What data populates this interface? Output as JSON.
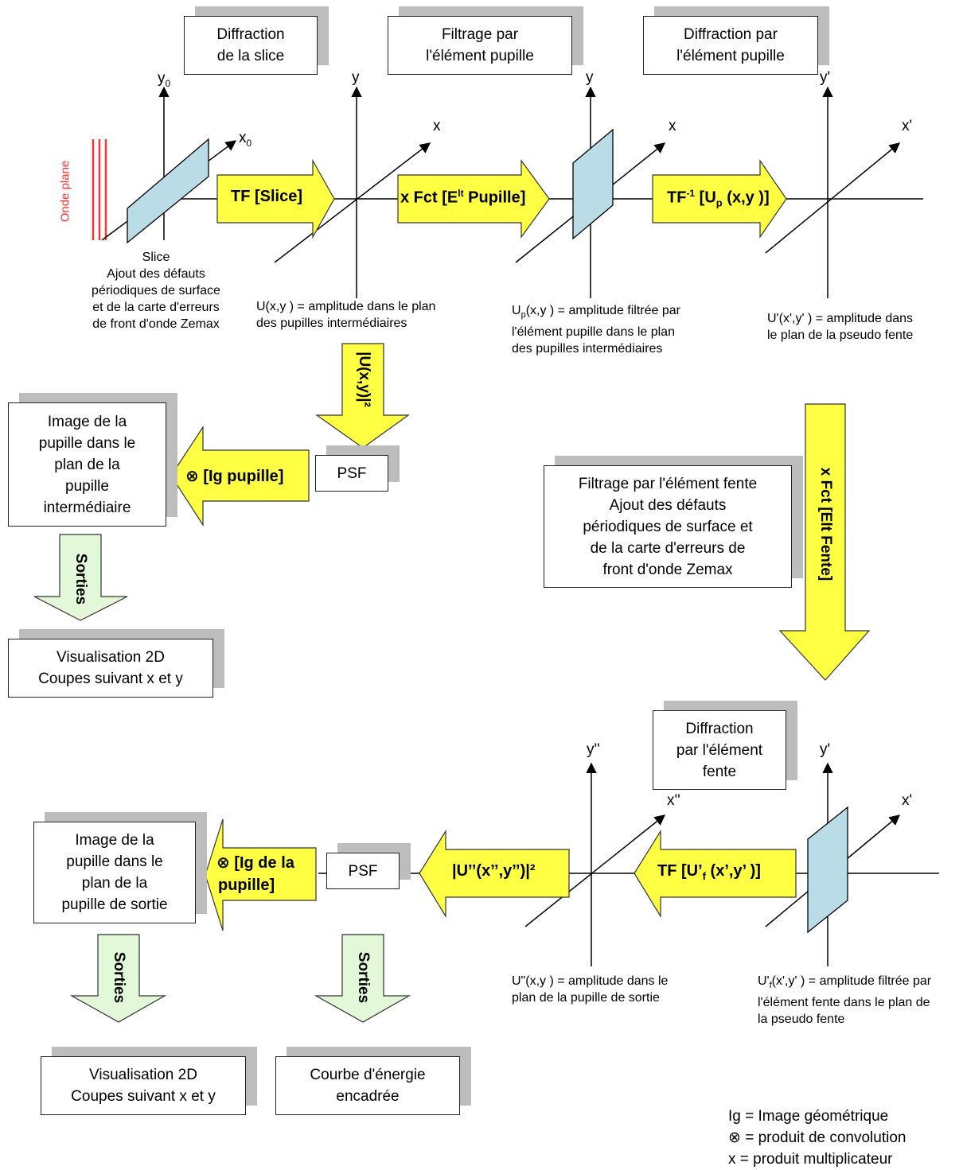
{
  "boxes": {
    "diffraction_slice": [
      "Diffraction",
      "de la slice"
    ],
    "filtrage_pupille": [
      "Filtrage par",
      "l'élément pupille"
    ],
    "diffraction_pupille": [
      "Diffraction par",
      "l'élément pupille"
    ],
    "image_pupille_inter": [
      "Image de la",
      "pupille dans le",
      "plan de la",
      "pupille",
      "intermédiaire"
    ],
    "psf_top": "PSF",
    "visu_2d_top": [
      "Visualisation 2D",
      "Coupes suivant x et y"
    ],
    "filtrage_fente": [
      "Filtrage par l'élément fente",
      "Ajout des défauts",
      "périodiques de surface et",
      "de la carte d'erreurs de",
      "front d'onde Zemax"
    ],
    "diffraction_fente": [
      "Diffraction",
      "par l'élément",
      "fente"
    ],
    "image_pupille_sortie": [
      "Image de la",
      "pupille dans le",
      "plan de la",
      "pupille de sortie"
    ],
    "psf_bottom": "PSF",
    "visu_2d_bottom": [
      "Visualisation 2D",
      "Coupes suivant x et y"
    ],
    "courbe_energie": [
      "Courbe d'énergie",
      "encadrée"
    ]
  },
  "arrows": {
    "tf_slice": "TF [Slice]",
    "x_fct_pupille": "x Fct [E",
    "x_fct_pupille_sup": "lt",
    "x_fct_pupille_end": " Pupille]",
    "tf_inv_a": "TF",
    "tf_inv_sup": "-1",
    "tf_inv_b": " [U",
    "tf_inv_sub": "p",
    "tf_inv_c": " (x,y )]",
    "u_mod_sq": "|U(x,y)|²",
    "conv_ig_pupille": "⊗ [Ig pupille]",
    "sorties": "Sorties",
    "x_fct_fente": "x Fct [Elt Fente]",
    "tf_uf_a": "TF [U’",
    "tf_uf_sub": "f",
    "tf_uf_b": " (x’,y’ )]",
    "u2_mod_sq": "|U’’(x’’,y’’)|²",
    "conv_ig_de_la": "⊗ [Ig de la",
    "conv_pupille": "pupille]"
  },
  "labels": {
    "onde_plane": "Onde plane",
    "slice_desc": [
      "Slice",
      "Ajout des défauts",
      "périodiques de surface",
      "et de la carte d'erreurs",
      "de front d'onde Zemax"
    ],
    "u_desc": [
      "U(x,y ) = amplitude dans le plan",
      "des pupilles intermédiaires"
    ],
    "up_desc_a": "U",
    "up_desc_sub": "p",
    "up_desc_b": "(x,y ) = amplitude filtrée par",
    "up_desc_rest": [
      "l'élément pupille dans le plan",
      "des pupilles intermédiaires"
    ],
    "uprime_desc": [
      "U'(x',y' ) = amplitude dans",
      "le plan de la pseudo fente"
    ],
    "u2_desc": [
      "U\"(x,y ) = amplitude dans le",
      "plan de la pupille de sortie"
    ],
    "uf_desc_a": "U'",
    "uf_desc_sub": "f",
    "uf_desc_b": "(x',y' ) = amplitude filtrée par",
    "uf_desc_rest": [
      "l'élément fente dans le plan de",
      "la pseudo fente"
    ]
  },
  "axes": {
    "y0": "y",
    "y0_sub": "0",
    "x0": "x",
    "x0_sub": "0",
    "y": "y",
    "x": "x",
    "yp": "y'",
    "xp": "x'",
    "ypp": "y''",
    "xpp": "x''"
  },
  "legend": [
    "Ig = Image géométrique",
    "⊗ = produit de convolution",
    "x = produit multiplicateur"
  ],
  "colors": {
    "yellow_arrow": "#ffff44",
    "green_arrow": "#e3f8d8",
    "plane_fill": "#b9dce6",
    "wave_red": "#ff3333",
    "shadow": "#bdbdbd"
  }
}
